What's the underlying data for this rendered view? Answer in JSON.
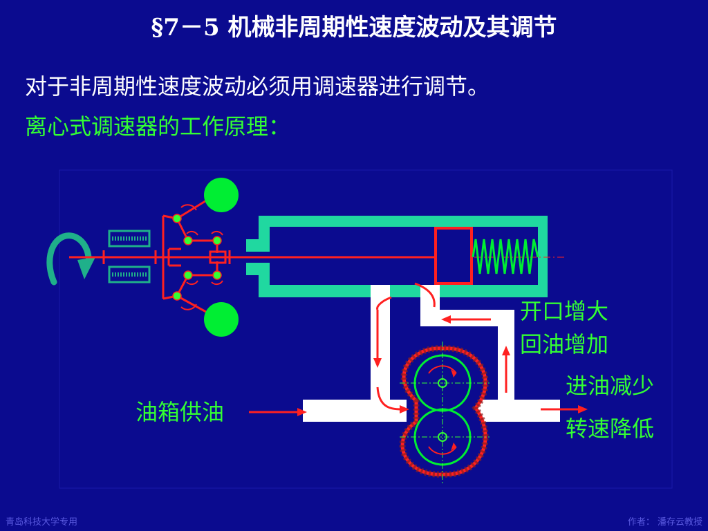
{
  "title": "§7－5 机械非周期性速度波动及其调节",
  "intro": "对于非周期性速度波动必须用调速器进行调节。",
  "subtitle": "离心式调速器的工作原理：",
  "labels": {
    "valve_open": "开口增大",
    "return_increase": "回油增加",
    "oil_in_decrease": "进油减少",
    "speed_decrease": "转速降低",
    "tank_supply": "油箱供油"
  },
  "footer": {
    "left": "青岛科技大学专用",
    "right": "作者： 潘存云教授"
  },
  "colors": {
    "background": "#0b0b8f",
    "label_green": "#33ff33",
    "flow_red": "#ff2020",
    "cylinder_teal": "#20d8a0"
  }
}
